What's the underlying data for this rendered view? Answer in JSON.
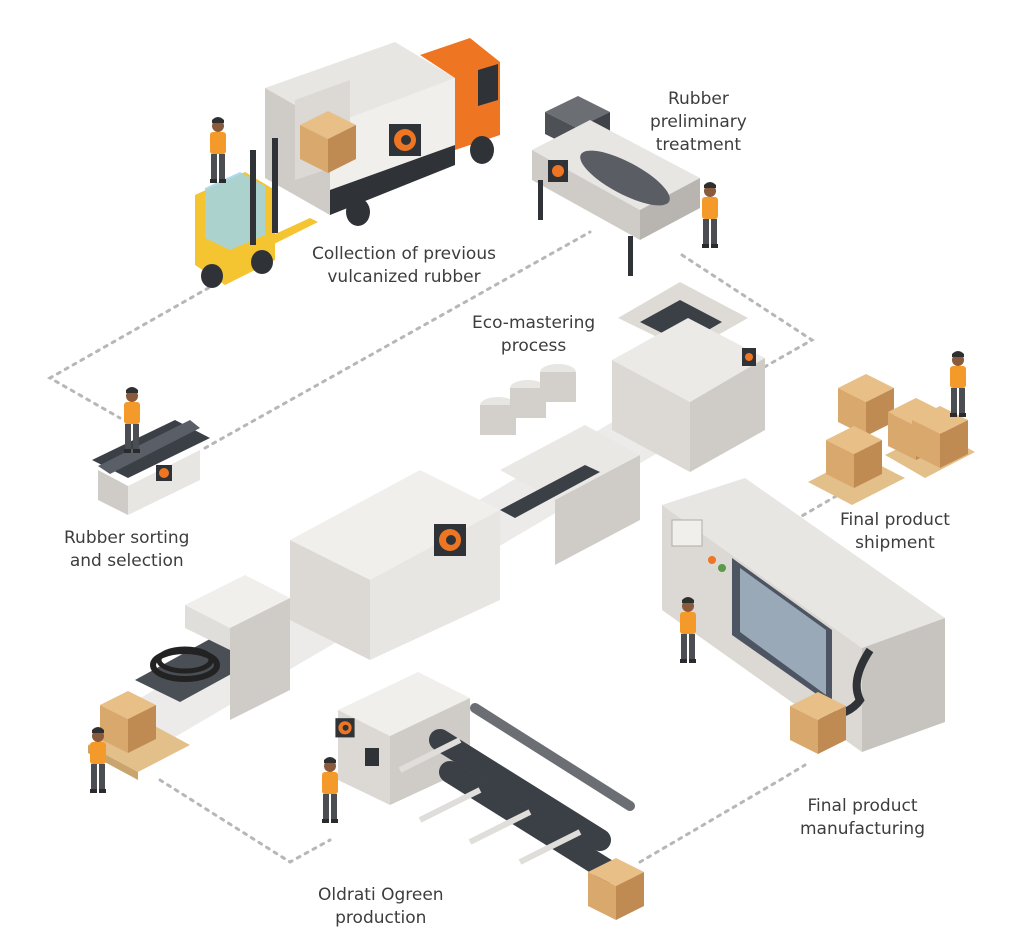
{
  "colors": {
    "machine_light": "#e8e6e3",
    "machine_mid": "#cfccc8",
    "machine_dark": "#a9a6a2",
    "belt": "#3b3f46",
    "accent_orange": "#ee7623",
    "worker_orange": "#f39a2b",
    "forklift_yellow": "#f4c531",
    "box_tan": "#d9a86c",
    "dotted_path": "#b7b7b7",
    "text": "#3d3d3d"
  },
  "steps": [
    {
      "id": "collection",
      "lines": [
        "Collection of previous",
        "vulcanized rubber"
      ]
    },
    {
      "id": "preliminary",
      "lines": [
        "Rubber",
        "preliminary",
        "treatment"
      ]
    },
    {
      "id": "eco",
      "lines": [
        "Eco-mastering",
        "process"
      ]
    },
    {
      "id": "sorting",
      "lines": [
        "Rubber sorting",
        "and selection"
      ]
    },
    {
      "id": "shipment",
      "lines": [
        "Final product",
        "shipment"
      ]
    },
    {
      "id": "manufacturing",
      "lines": [
        "Final product",
        "manufacturing"
      ]
    },
    {
      "id": "ogreen",
      "lines": [
        "Oldrati Ogreen",
        "production"
      ]
    }
  ],
  "icons": {
    "logo": "oldrati-ring-logo-icon",
    "forklift": "forklift-icon",
    "truck": "delivery-truck-icon",
    "worker": "worker-icon",
    "box": "cardboard-box-icon"
  }
}
